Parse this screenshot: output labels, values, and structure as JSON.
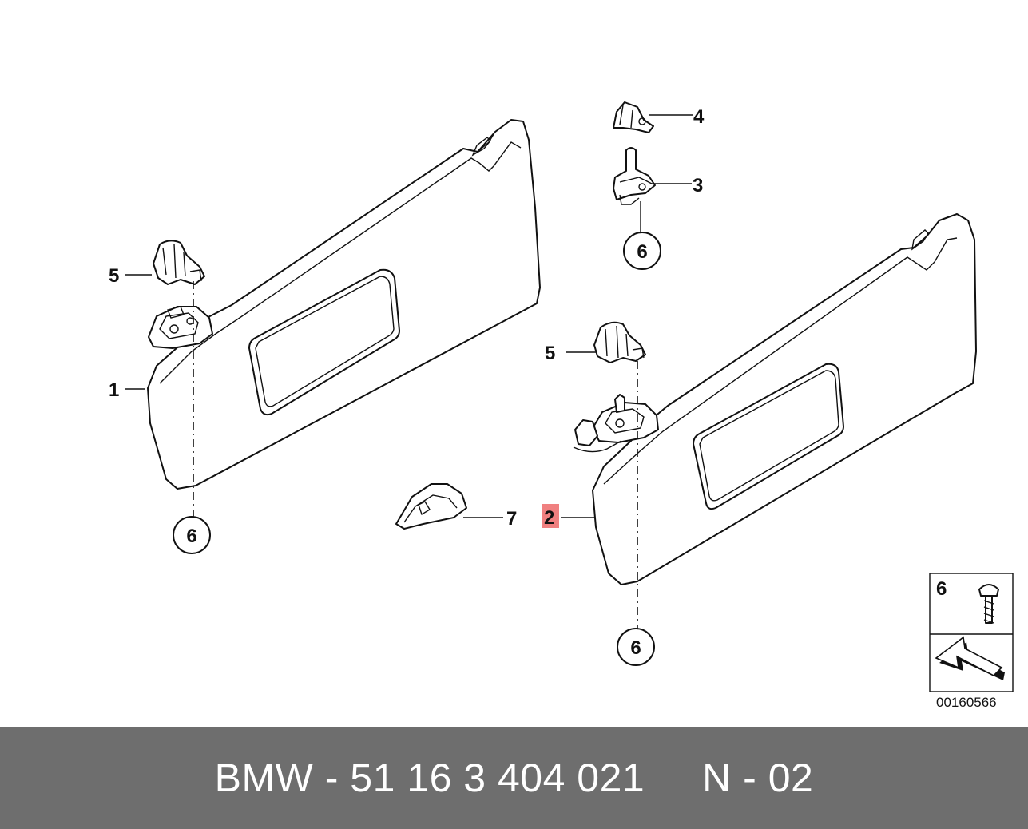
{
  "diagram": {
    "labels": {
      "part1": "1",
      "part2": "2",
      "part3": "3",
      "part4": "4",
      "part5_left": "5",
      "part5_right": "5",
      "part7": "7",
      "part6_left_bottom": "6",
      "part6_top": "6",
      "part6_right_bottom": "6"
    },
    "highlight_color": "#f08080",
    "legend": {
      "item_number": "6",
      "part_icon": "screw-icon",
      "direction_icon": "arrow-icon"
    },
    "reference_number": "00160566"
  },
  "footer": {
    "text": "BMW - 51 16 3 404 021     N - 02",
    "background": "#6e6e6e"
  }
}
